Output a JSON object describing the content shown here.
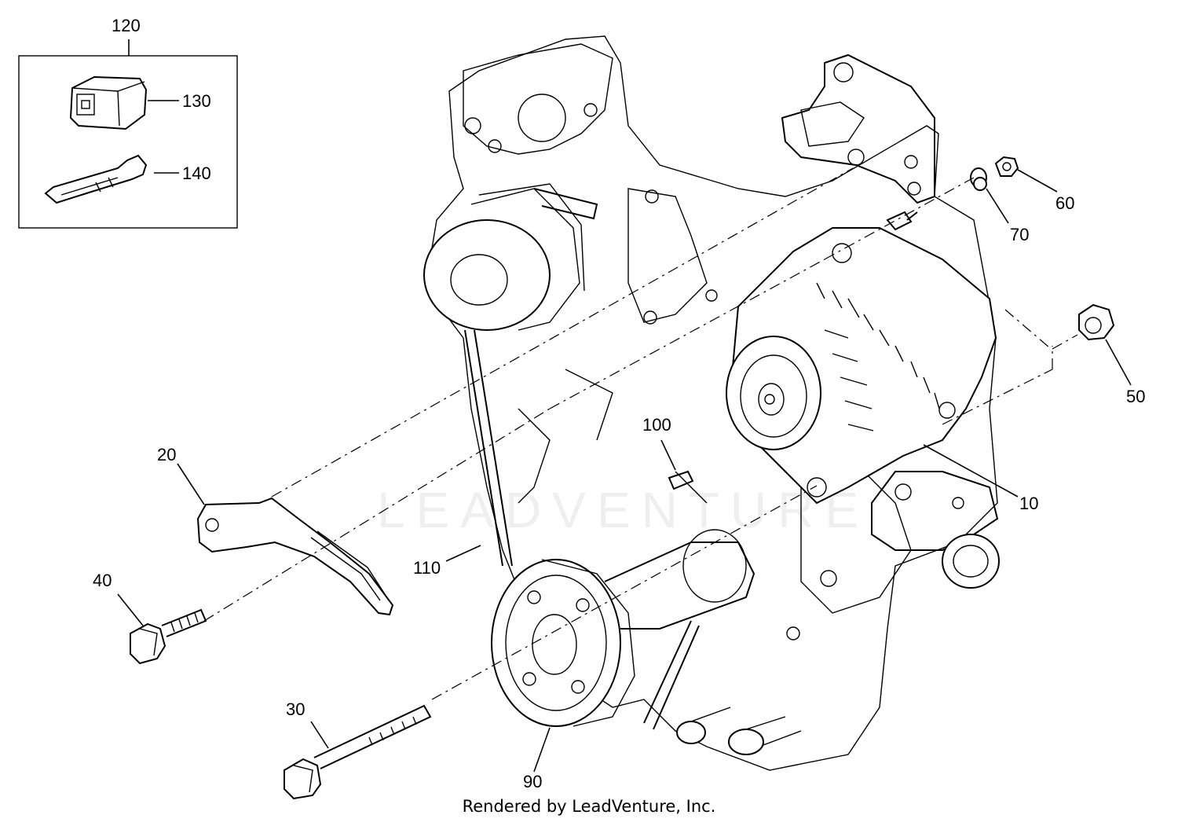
{
  "diagram": {
    "callouts": {
      "c120": "120",
      "c130": "130",
      "c140": "140",
      "c20": "20",
      "c40": "40",
      "c30": "30",
      "c90": "90",
      "c110": "110",
      "c100": "100",
      "c10": "10",
      "c50": "50",
      "c60": "60",
      "c70": "70"
    },
    "footer": "Rendered by LeadVenture, Inc.",
    "watermark": "LEADVENTURE"
  }
}
